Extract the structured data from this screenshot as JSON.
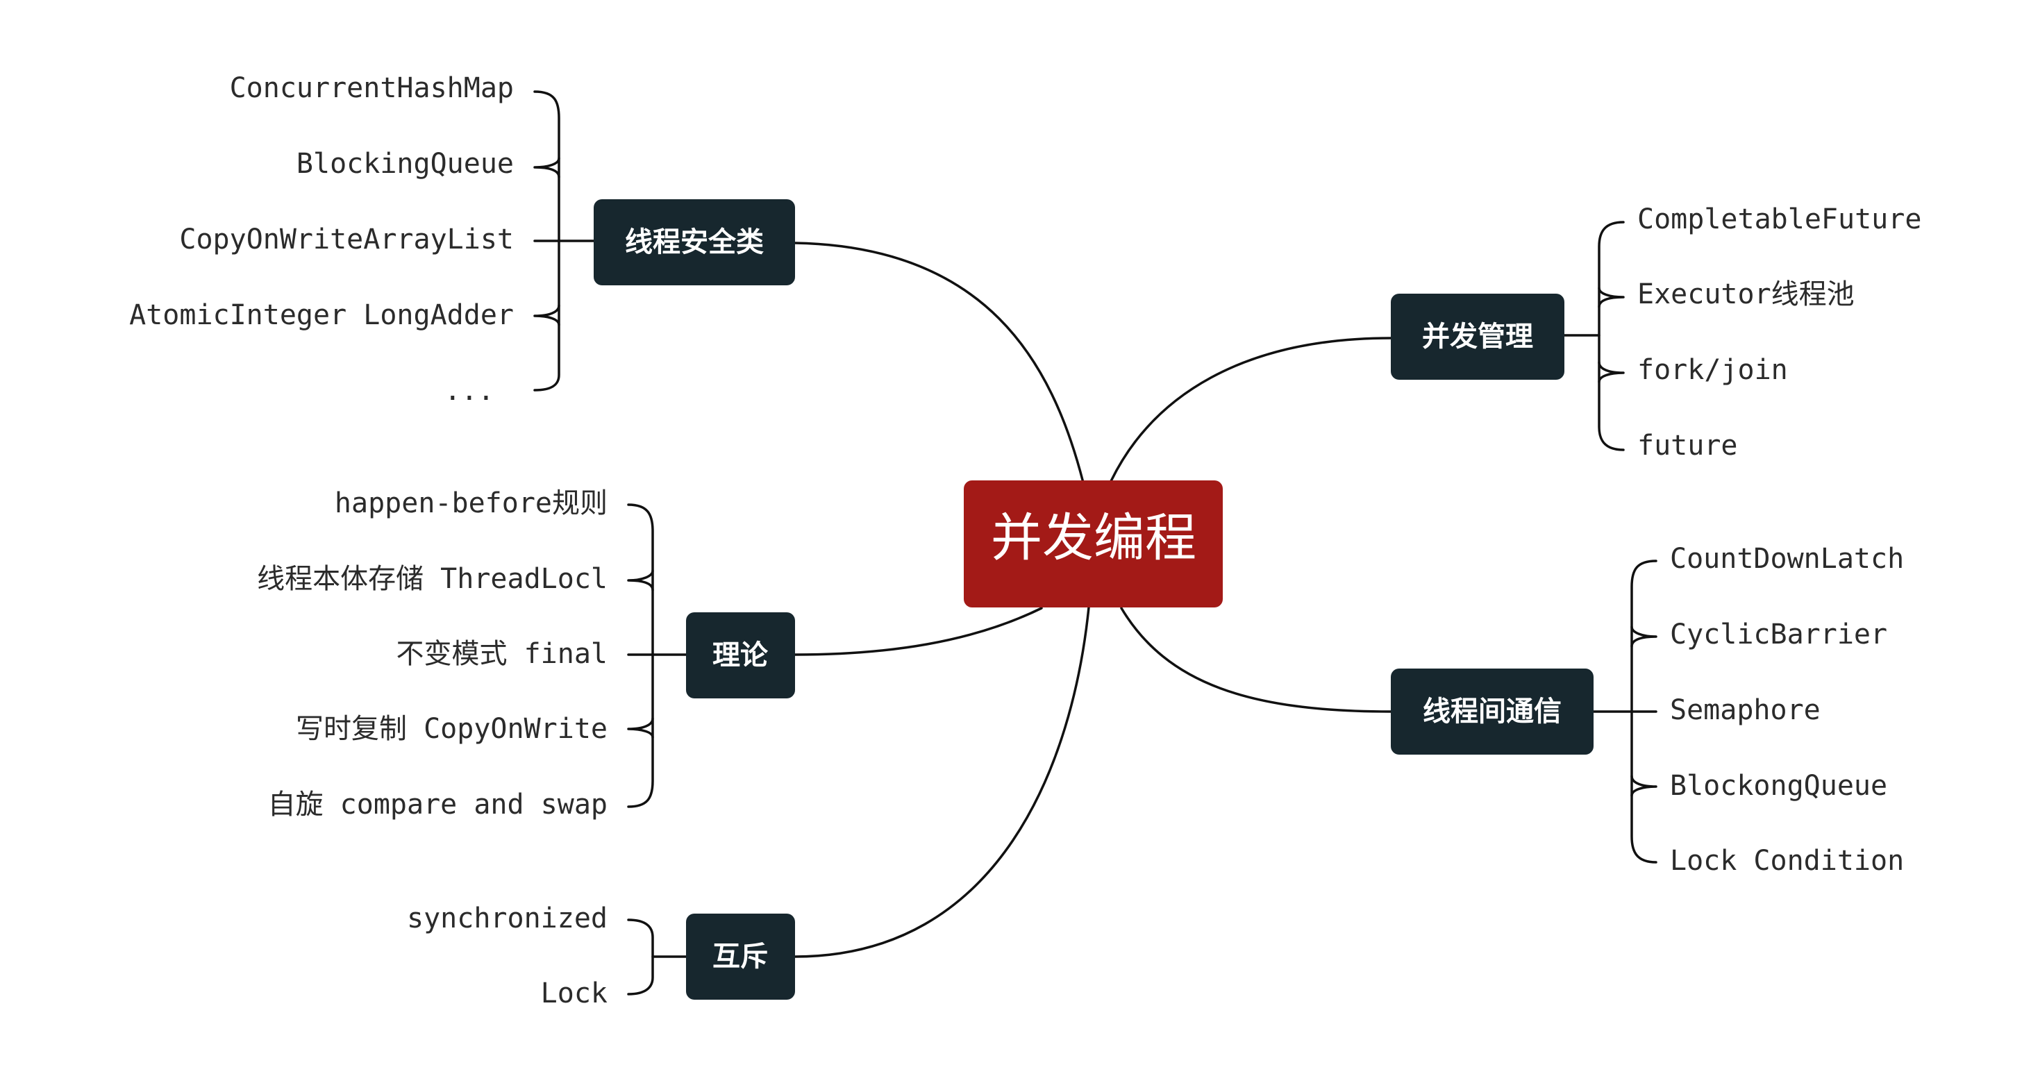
{
  "root": {
    "label": "并发编程",
    "color": "#a31a17"
  },
  "branch_color": "#17272e",
  "branches": [
    {
      "id": "thread-safe",
      "label": "线程安全类",
      "items": [
        "ConcurrentHashMap",
        "BlockingQueue",
        "CopyOnWriteArrayList",
        "AtomicInteger LongAdder",
        "..."
      ]
    },
    {
      "id": "theory",
      "label": "理论",
      "items": [
        "happen-before规则",
        "线程本体存储 ThreadLocl",
        "不变模式 final",
        "写时复制 CopyOnWrite",
        "自旋 compare and swap"
      ]
    },
    {
      "id": "mutex",
      "label": "互斥",
      "items": [
        "synchronized",
        "Lock"
      ]
    },
    {
      "id": "concurrency-mgmt",
      "label": "并发管理",
      "items": [
        "CompletableFuture",
        "Executor线程池",
        "fork/join",
        "future"
      ]
    },
    {
      "id": "thread-comm",
      "label": "线程间通信",
      "items": [
        "CountDownLatch",
        "CyclicBarrier",
        "Semaphore",
        "BlockongQueue",
        "Lock Condition"
      ]
    }
  ]
}
